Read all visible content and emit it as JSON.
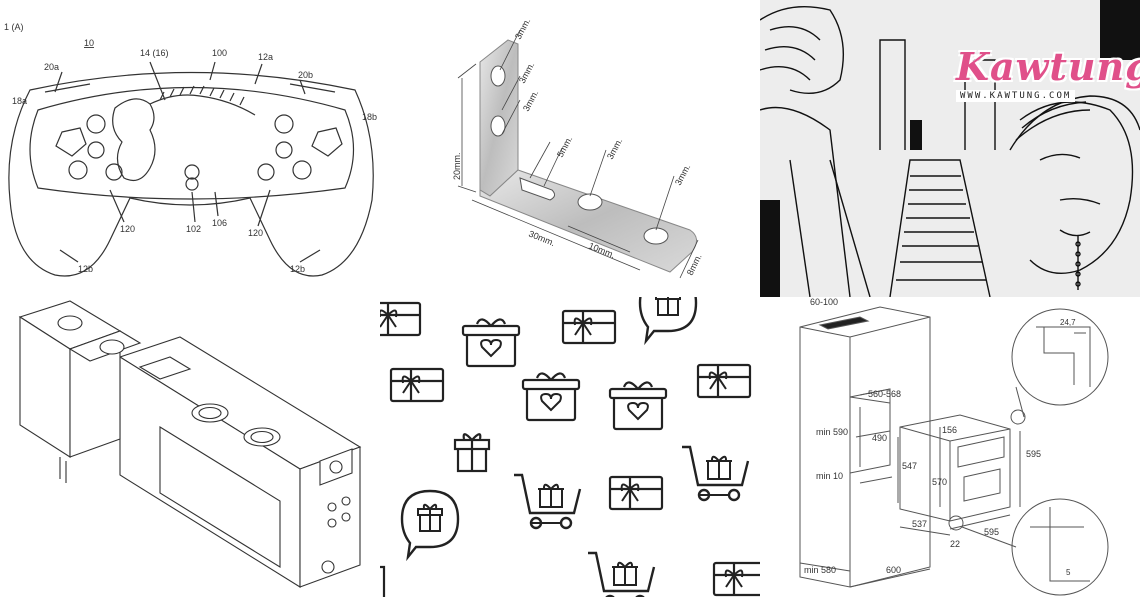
{
  "tiles": {
    "controller": {
      "figure_label": "1 (A)",
      "ref_numbers": [
        "10",
        "14 (16)",
        "100",
        "12a",
        "20a",
        "20b",
        "18a",
        "18b",
        "120",
        "102",
        "106",
        "120",
        "12b",
        "12b"
      ]
    },
    "bracket": {
      "dimensions": [
        "3mm.",
        "3mm.",
        "3mm.",
        "5mm.",
        "3mm.",
        "3mm.",
        "20mm.",
        "30mm.",
        "10mm.",
        "8mm."
      ]
    },
    "manga": {
      "brand_name": "Kawtung",
      "brand_url": "WWW.KAWTUNG.COM"
    },
    "valve": {
      "icons": [
        "fitting-port-icon",
        "fitting-port-icon"
      ]
    },
    "gift_pattern": {
      "icons": [
        "gift-box-icon",
        "gift-box-heart-icon",
        "gift-card-icon",
        "shopping-cart-gift-icon",
        "chat-bubble-gift-icon"
      ]
    },
    "oven_install": {
      "dimensions": [
        "60-100",
        "560-568",
        "min 590",
        "490",
        "min 10",
        "547",
        "156",
        "570",
        "595",
        "537",
        "22",
        "595",
        "min 580",
        "600",
        "24,7",
        "5"
      ]
    }
  }
}
